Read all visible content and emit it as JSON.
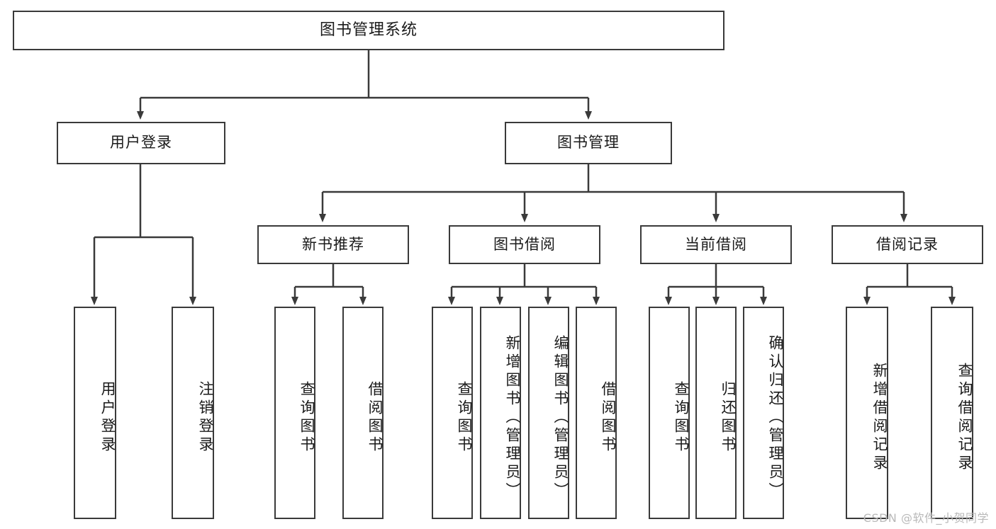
{
  "diagram": {
    "title": "图书管理系统",
    "type": "tree-hierarchy",
    "root": {
      "label": "图书管理系统"
    },
    "level1": [
      {
        "label": "用户登录"
      },
      {
        "label": "图书管理"
      }
    ],
    "level2": [
      {
        "label": "新书推荐"
      },
      {
        "label": "图书借阅"
      },
      {
        "label": "当前借阅"
      },
      {
        "label": "借阅记录"
      }
    ],
    "leaves": {
      "user_login": [
        {
          "label": "用户登录"
        },
        {
          "label": "注销登录"
        }
      ],
      "new_book_recommend": [
        {
          "label": "查询图书"
        },
        {
          "label": "借阅图书"
        }
      ],
      "book_borrow": [
        {
          "label": "查询图书"
        },
        {
          "label": "新增图书（管理员）"
        },
        {
          "label": "编辑图书（管理员）"
        },
        {
          "label": "借阅图书"
        }
      ],
      "current_borrow": [
        {
          "label": "查询图书"
        },
        {
          "label": "归还图书"
        },
        {
          "label": "确认归还（管理员）"
        }
      ],
      "borrow_record": [
        {
          "label": "新增借阅记录"
        },
        {
          "label": "查询借阅记录"
        }
      ]
    }
  },
  "watermark": {
    "text": "CSDN @软件_小贺同学"
  },
  "colors": {
    "stroke": "#3a3a3a",
    "text": "#1a1a1a",
    "background": "#ffffff",
    "watermark": "#b9b9b9"
  }
}
